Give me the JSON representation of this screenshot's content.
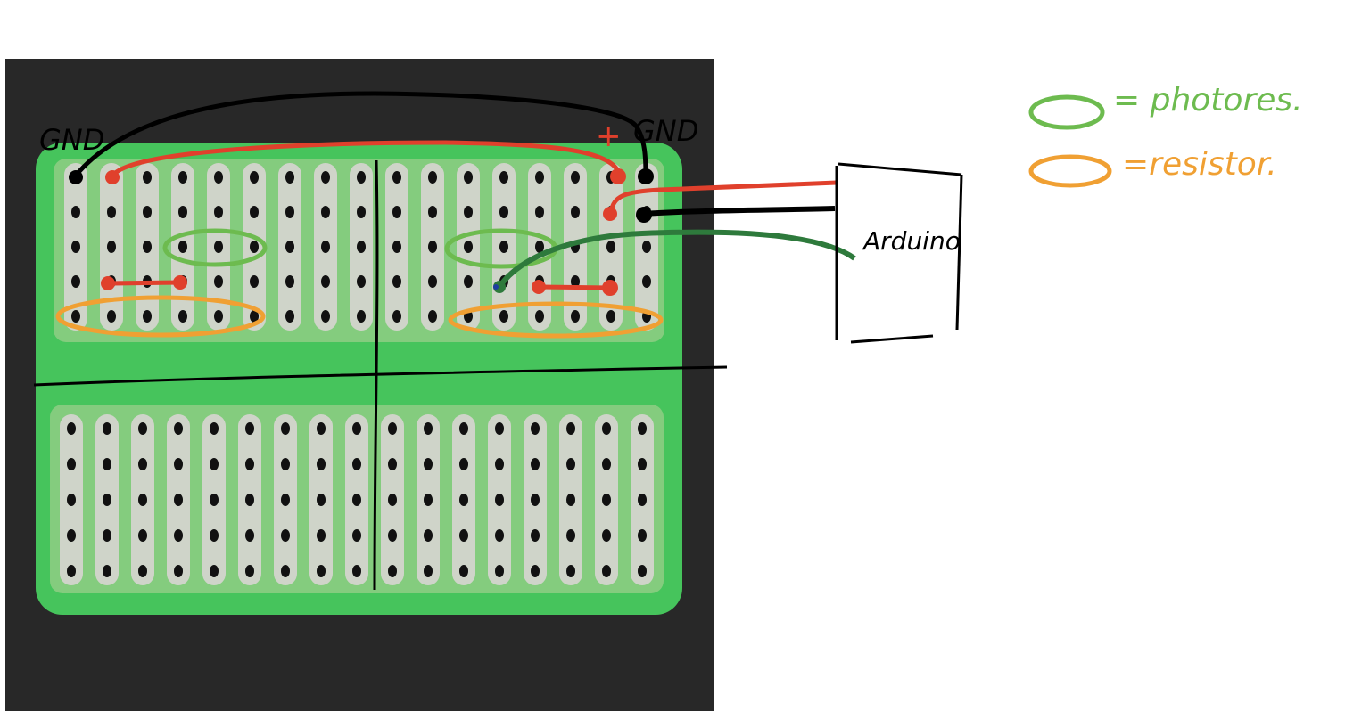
{
  "labels": {
    "gnd_left": "GND",
    "gnd_right": "GND",
    "plus": "+",
    "arduino": "Arduino"
  },
  "legend": {
    "photores_label": "= photores.",
    "resistor_label": "=resistor."
  },
  "colors": {
    "board_green": "#46c45c",
    "strip_silver": "#cfd4c9",
    "hole": "#111111",
    "background_photo": "#2b2b2b",
    "wire_red": "#e0402c",
    "wire_black": "#000000",
    "wire_green": "#2e7a3c",
    "photores_outline": "#6dbb4f",
    "resistor_outline": "#f0a033"
  }
}
